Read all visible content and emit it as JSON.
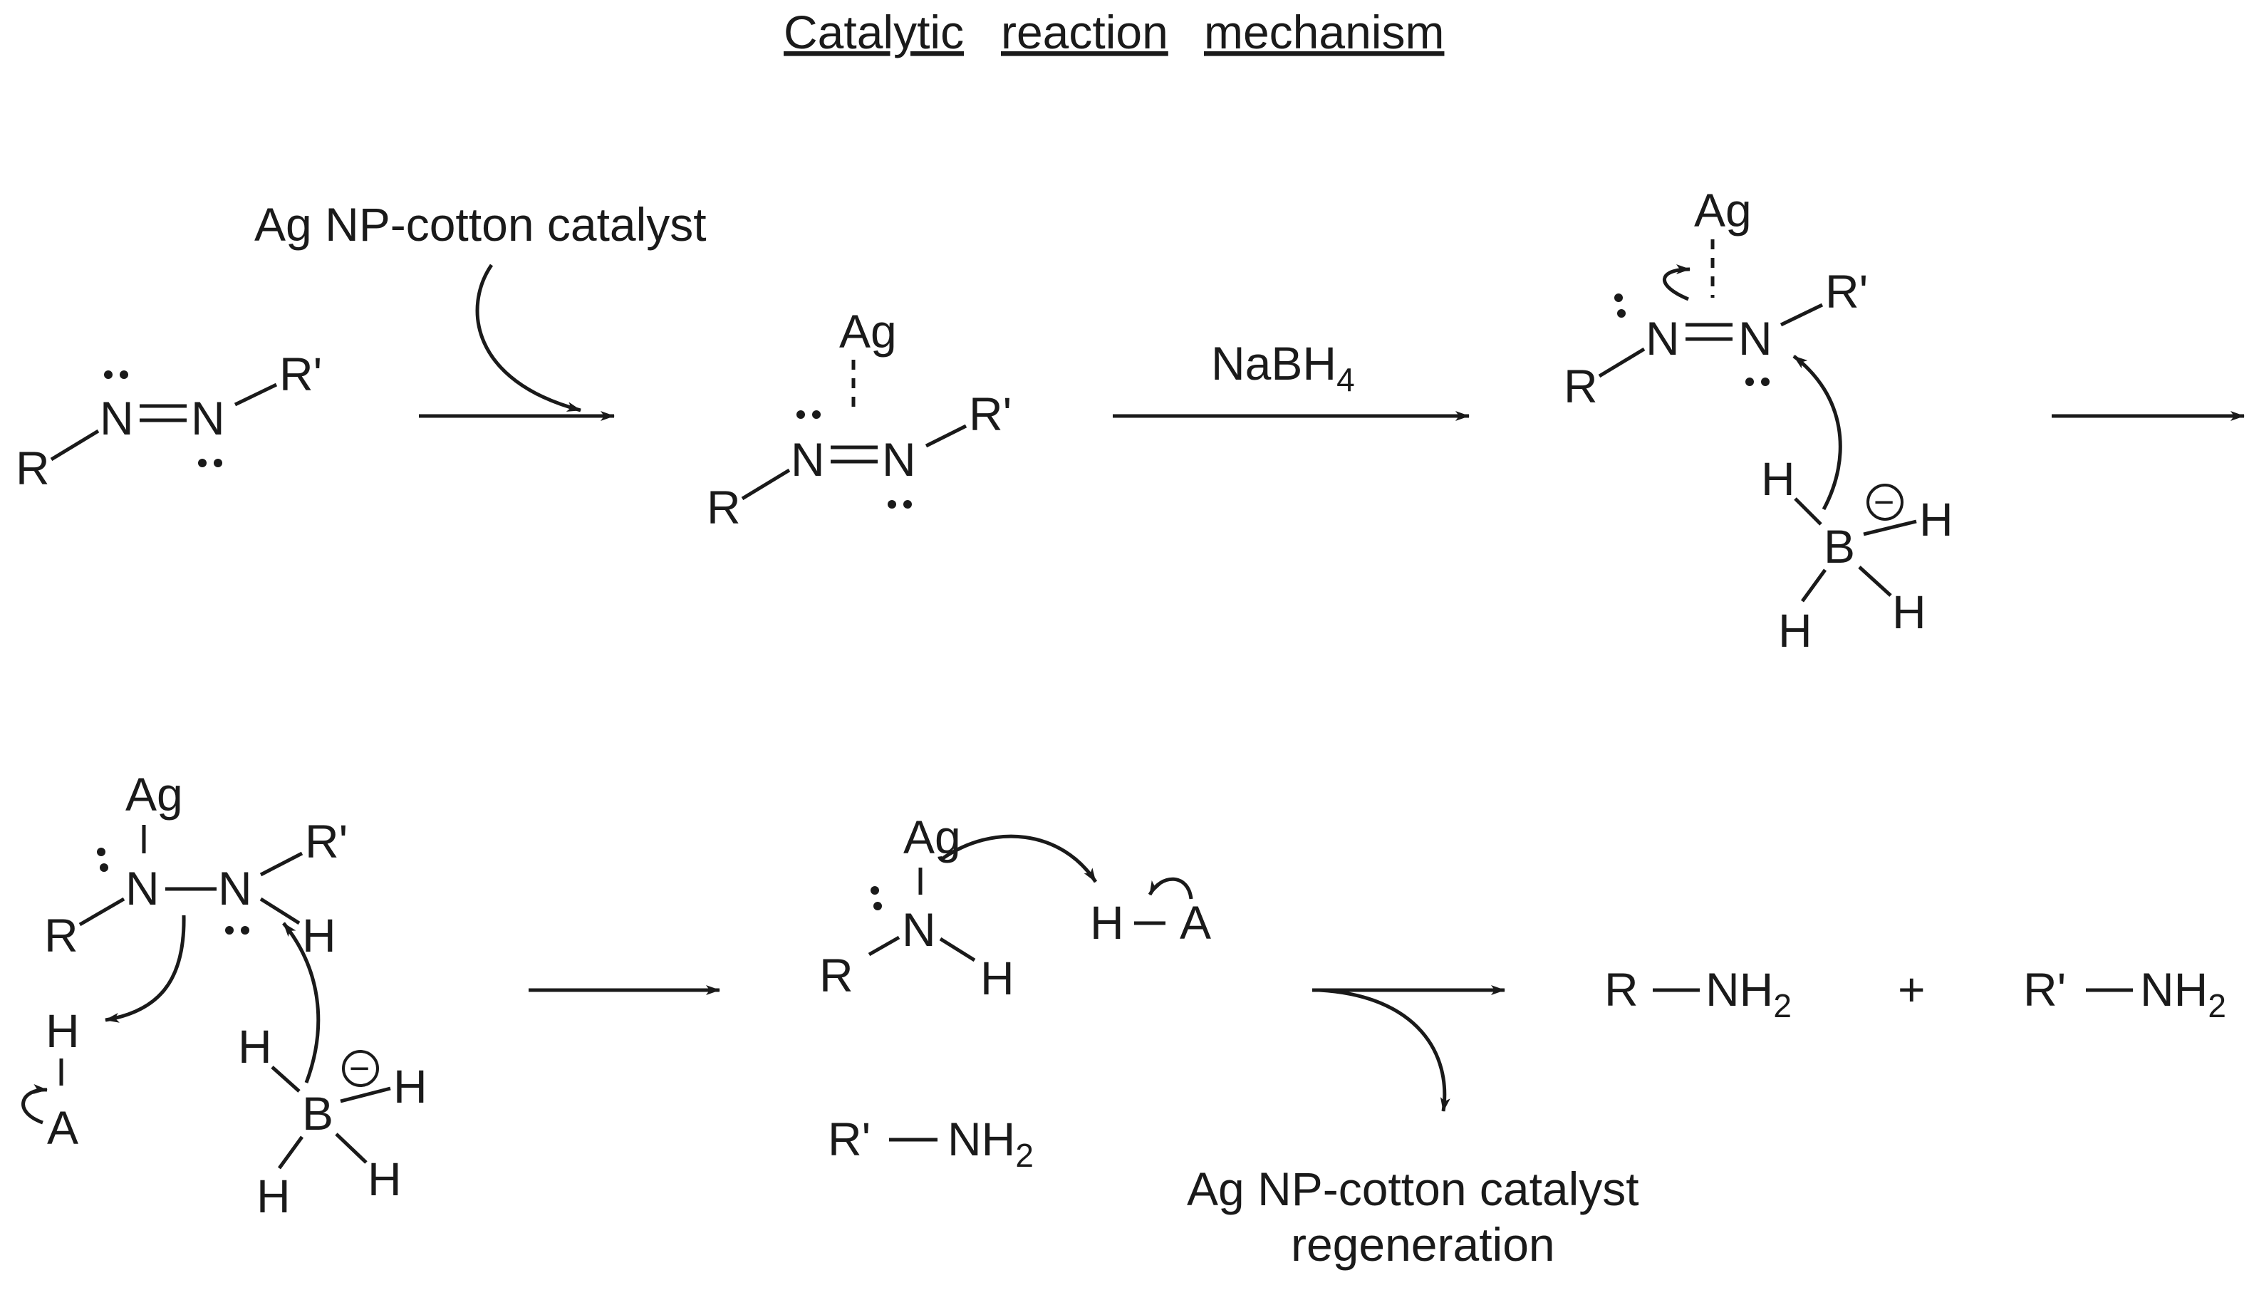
{
  "title_words": [
    "Catalytic",
    "reaction",
    "mechanism"
  ],
  "atoms": {
    "R": "R",
    "Rp": "R'",
    "N": "N",
    "Ag": "Ag",
    "H": "H",
    "B": "B",
    "A": "A",
    "NH": "NH",
    "two": "2",
    "four": "4",
    "minus": "−"
  },
  "reagents": {
    "catalyst": "Ag NP-cotton catalyst",
    "reductant_base": "NaBH",
    "reductant_sub": "4"
  },
  "products": {
    "plus": "+"
  },
  "regeneration": {
    "line1": "Ag NP-cotton catalyst",
    "line2": "regeneration"
  }
}
